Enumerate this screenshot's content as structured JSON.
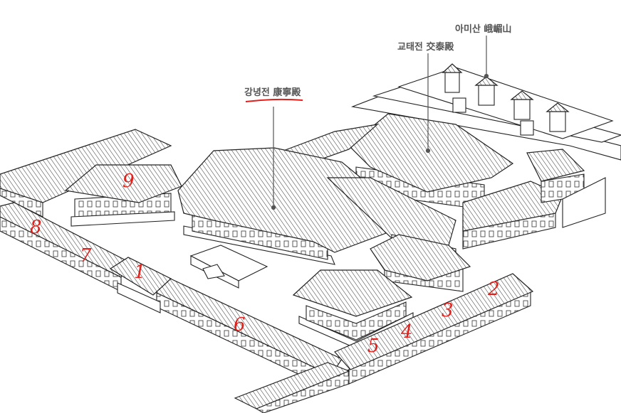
{
  "labels": {
    "amisan": "아미산 峨嵋山",
    "gyotaejeon": "교태전 交泰殿",
    "gangnyeongjeon": "강녕전 康寧殿"
  },
  "annotations": {
    "numbers": [
      "1",
      "2",
      "3",
      "4",
      "5",
      "6",
      "7",
      "8",
      "9"
    ],
    "color": "#e0201c"
  }
}
